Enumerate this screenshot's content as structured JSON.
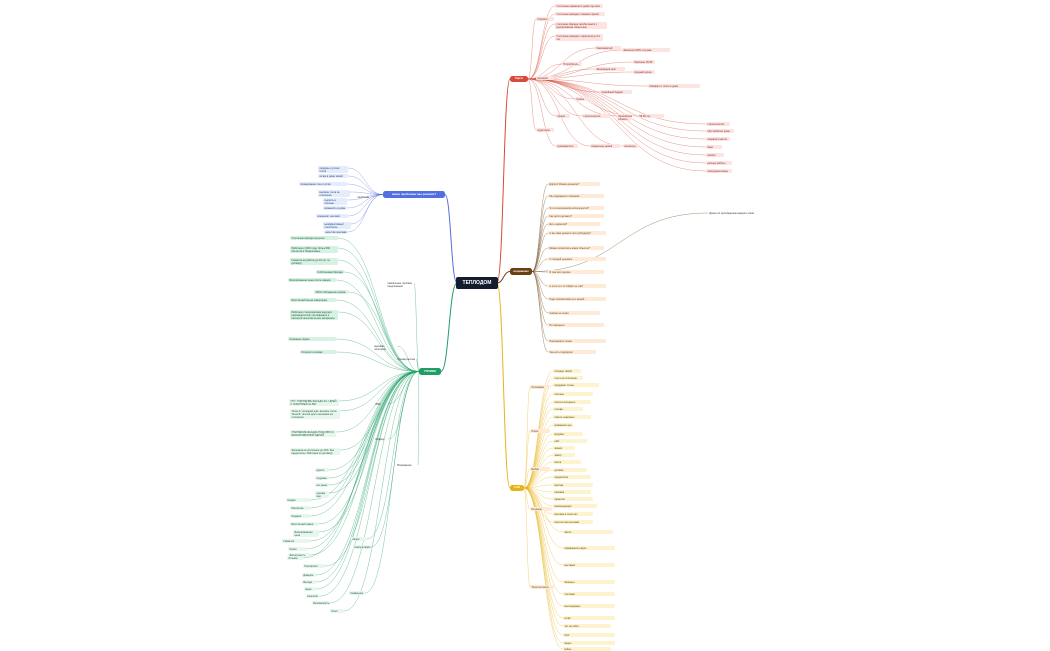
{
  "root": {
    "label": "ТЕПЛОДОМ"
  },
  "hubs": [
    {
      "id": "h_target",
      "label": "Таргет",
      "color": "#d64b3a"
    },
    {
      "id": "h_pain",
      "label": "какие проблемы мы решаем?",
      "color": "#5370e0"
    },
    {
      "id": "h_utp",
      "label": "УТП/ИВО",
      "color": "#1f9d66"
    },
    {
      "id": "h_obj",
      "label": "возражения",
      "color": "#6b3f12"
    },
    {
      "id": "h_cjm",
      "label": "CJM",
      "color": "#e7b417"
    }
  ],
  "nodes": [
    {
      "id": "t1",
      "text": "Горизонт",
      "cls": "red"
    },
    {
      "id": "t1a",
      "text": "Утепление каркасного дома под ключ",
      "cls": "red"
    },
    {
      "id": "t1b",
      "text": "Утепление фасада с зимним сроком",
      "cls": "red"
    },
    {
      "id": "t1c",
      "text": "утепление фасада газобетонного с декоративным покрытием",
      "cls": "red"
    },
    {
      "id": "t1d",
      "text": "Утепление фасада с гарантией до 10 лет",
      "cls": "red"
    },
    {
      "id": "t2",
      "text": "Целевой",
      "cls": "red"
    },
    {
      "id": "t2a",
      "text": "Потребитель",
      "cls": "red"
    },
    {
      "id": "t2b",
      "text": "Самозанятый",
      "cls": "red"
    },
    {
      "id": "t2c",
      "text": "Заказчик в 80% случаев",
      "cls": "red"
    },
    {
      "id": "t2d",
      "text": "Загородный дом",
      "cls": "red"
    },
    {
      "id": "t2e",
      "text": "Мужчины 35-55",
      "cls": "red"
    },
    {
      "id": "t2f",
      "text": "средний доход",
      "cls": "red"
    },
    {
      "id": "t3",
      "text": "Семья",
      "cls": "red"
    },
    {
      "id": "t3a",
      "text": "Семейный бюджет",
      "cls": "red"
    },
    {
      "id": "t3b",
      "text": "Комфорт и тепло в доме",
      "cls": "red"
    },
    {
      "id": "t4",
      "text": "Аудитория",
      "cls": "red"
    },
    {
      "id": "t4a",
      "text": "сфера",
      "cls": "red"
    },
    {
      "id": "t4b",
      "text": "строительство",
      "cls": "red"
    },
    {
      "id": "t4c",
      "text": "Московская область",
      "cls": "red"
    },
    {
      "id": "t4d",
      "text": "55-65 лет",
      "cls": "red"
    },
    {
      "id": "t4e",
      "text": "руководители",
      "cls": "red"
    },
    {
      "id": "t4f",
      "text": "владельцы домов",
      "cls": "red"
    },
    {
      "id": "t4g",
      "text": "интересы",
      "cls": "red"
    },
    {
      "id": "t4h",
      "text": "строительство",
      "cls": "red"
    },
    {
      "id": "t4i",
      "text": "обустройство дома",
      "cls": "red"
    },
    {
      "id": "t4j",
      "text": "садовый участок",
      "cls": "red"
    },
    {
      "id": "t4k",
      "text": "баня",
      "cls": "red"
    },
    {
      "id": "t4l",
      "text": "ремонт",
      "cls": "red"
    },
    {
      "id": "t4m",
      "text": "дачные работы",
      "cls": "red"
    },
    {
      "id": "t4n",
      "text": "загородная жизнь",
      "cls": "red"
    },
    {
      "id": "p1",
      "text": "продувы и утечки тепла",
      "cls": "blu"
    },
    {
      "id": "p2",
      "text": "холод в доме зимой",
      "cls": "blu"
    },
    {
      "id": "p3",
      "text": "промерзание стен и углов",
      "cls": "blu"
    },
    {
      "id": "p4",
      "text": "высокие счета за отопление",
      "cls": "blu"
    },
    {
      "id": "p5",
      "text": "сырость и плесень",
      "cls": "blu"
    },
    {
      "id": "p6",
      "text": "влажность в доме",
      "cls": "blu"
    },
    {
      "id": "p7",
      "text": "конденсат на окнах",
      "cls": "blu"
    },
    {
      "id": "p8",
      "text": "неэффективный утеплитель",
      "cls": "blu"
    },
    {
      "id": "p9",
      "text": "качество монтажа",
      "cls": "blu"
    },
    {
      "id": "pl",
      "text": "проблемы",
      "cls": "plain"
    },
    {
      "id": "u1",
      "text": "Утепление фасада под ключ",
      "cls": "grn"
    },
    {
      "id": "u2",
      "text": "Работаем с 2015 года, более 500 объектов в Подмосковье",
      "cls": "grn"
    },
    {
      "id": "u3",
      "text": "Гарантия на работы до 10 лет по договору",
      "cls": "grn"
    },
    {
      "id": "u4",
      "text": "Собственная бригада",
      "cls": "grn"
    },
    {
      "id": "u5",
      "text": "Фиксированная цена после замера",
      "cls": "grn"
    },
    {
      "id": "u6",
      "text": "100% соблюдение сроков",
      "cls": "grn"
    },
    {
      "id": "u7",
      "text": "Бесплатный выезд замерщика",
      "cls": "grn"
    },
    {
      "id": "u8",
      "text": "Работаем с материалами ведущих производителей, сертификаты и паспорта качества на все материалы",
      "cls": "grn"
    },
    {
      "id": "u9",
      "text": "Сезонные скидки",
      "cls": "grn"
    },
    {
      "id": "u10",
      "text": "Оплата по этапам",
      "cls": "grn"
    },
    {
      "id": "u11",
      "text": "Уникальное торговое предложение",
      "cls": "plain"
    },
    {
      "id": "u12",
      "text": "Ценовая категория",
      "cls": "plain"
    },
    {
      "id": "u13",
      "text": "Преимущества",
      "cls": "plain"
    },
    {
      "id": "u14",
      "text": "УТП: УТЕПЛЕНИЕ ФАСАДА ЗА 7 ДНЕЙ С ГАРАНТИЕЙ 10 ЛЕТ",
      "cls": "grn2"
    },
    {
      "id": "u15",
      "text": "Точка А: холодный дом, высокие счета. Точка Б: тёплый дом и экономия на отоплении",
      "cls": "grn2"
    },
    {
      "id": "u16",
      "text": "УТЕПЛЕНИЕ ФАСАДА ПОД КЛЮЧ С ФИКСИРОВАННОЙ ЦЕНОЙ",
      "cls": "grn2"
    },
    {
      "id": "u17",
      "text": "Экономия на отоплении до 40%. Без предоплаты. Работаем по договору",
      "cls": "grn2"
    },
    {
      "id": "u18",
      "text": "ИВО",
      "cls": "plain"
    },
    {
      "id": "u19",
      "text": "Оффер",
      "cls": "plain"
    },
    {
      "id": "u20",
      "text": "Возражения",
      "cls": "plain"
    },
    {
      "id": "v1",
      "text": "дорого",
      "cls": "grn2"
    },
    {
      "id": "v2",
      "text": "подумаю",
      "cls": "grn2"
    },
    {
      "id": "v3",
      "text": "нет денег",
      "cls": "grn2"
    },
    {
      "id": "v4",
      "text": "сделаю сам",
      "cls": "grn2"
    },
    {
      "id": "v5",
      "text": "Скидки",
      "cls": "grn2"
    },
    {
      "id": "v6",
      "text": "Рассрочка",
      "cls": "grn2"
    },
    {
      "id": "v7",
      "text": "Подарки",
      "cls": "grn2"
    },
    {
      "id": "v8",
      "text": "Бесплатный замер",
      "cls": "grn2"
    },
    {
      "id": "v9",
      "text": "Фиксированная цена",
      "cls": "grn2"
    },
    {
      "id": "v10",
      "text": "Гарантия",
      "cls": "grn2"
    },
    {
      "id": "v11",
      "text": "Сроки",
      "cls": "grn2"
    },
    {
      "id": "v12",
      "text": "Отзывы",
      "cls": "grn2"
    },
    {
      "id": "v13",
      "text": "Портфолио",
      "cls": "grn2"
    },
    {
      "id": "v14",
      "text": "Акция",
      "cls": "grn2"
    },
    {
      "id": "v15",
      "text": "Консультация",
      "cls": "grn2"
    },
    {
      "id": "v16",
      "text": "Экспертность",
      "cls": "grn2"
    },
    {
      "id": "v17",
      "text": "Доверие",
      "cls": "grn2"
    },
    {
      "id": "v18",
      "text": "Выгода",
      "cls": "grn2"
    },
    {
      "id": "v19",
      "text": "Цена",
      "cls": "grn2"
    },
    {
      "id": "v20",
      "text": "Качество",
      "cls": "grn2"
    },
    {
      "id": "v21",
      "text": "Безопасность",
      "cls": "grn2"
    },
    {
      "id": "v22",
      "text": "Опыт",
      "cls": "grn2"
    },
    {
      "id": "v23",
      "text": "Сравнение",
      "cls": "grn2"
    },
    {
      "id": "o1",
      "text": "Дорого! Можно дешевле?",
      "cls": "peach"
    },
    {
      "id": "o2",
      "text": "Мы подумаем и позвоним",
      "cls": "peach"
    },
    {
      "id": "o3",
      "text": "Что из материалов используется?",
      "cls": "peach"
    },
    {
      "id": "o4",
      "text": "Как долго делаете?",
      "cls": "peach"
    },
    {
      "id": "o5",
      "text": "Есть гарантия?",
      "cls": "peach"
    },
    {
      "id": "o6",
      "text": "А вы сами делаете или субподряд?",
      "cls": "peach"
    },
    {
      "id": "o7",
      "text": "Можно посмотреть ваши объекты?",
      "cls": "peach"
    },
    {
      "id": "o8",
      "text": "У соседей дешевле",
      "cls": "peach"
    },
    {
      "id": "o9",
      "text": "Я сам всё сделаю",
      "cls": "peach"
    },
    {
      "id": "o10",
      "text": "А если что-то пойдёт не так?",
      "cls": "peach"
    },
    {
      "id": "o11",
      "text": "Надо посоветоваться с женой",
      "cls": "peach"
    },
    {
      "id": "o12",
      "text": "Сейчас не сезон",
      "cls": "peach"
    },
    {
      "id": "o13",
      "text": "Нет времени",
      "cls": "peach"
    },
    {
      "id": "o14",
      "text": "Перезвоните позже",
      "cls": "peach"
    },
    {
      "id": "o15",
      "text": "Уже есть подрядчик",
      "cls": "peach"
    },
    {
      "id": "od",
      "text": "Далее по прохождению каждого этапа",
      "cls": "plain"
    },
    {
      "id": "c1",
      "text": "Осознание",
      "cls": "peach"
    },
    {
      "id": "c2",
      "text": "Поиск",
      "cls": "peach"
    },
    {
      "id": "c3",
      "text": "Выбор",
      "cls": "peach"
    },
    {
      "id": "c4",
      "text": "Решение",
      "cls": "peach"
    },
    {
      "id": "c5",
      "text": "Точки контакта",
      "cls": "peach"
    },
    {
      "id": "y1",
      "text": "холодно зимой",
      "cls": "yel"
    },
    {
      "id": "y2",
      "text": "счета за отопление",
      "cls": "yel"
    },
    {
      "id": "y3",
      "text": "продувает стены",
      "cls": "yel"
    },
    {
      "id": "y4",
      "text": "плесень",
      "cls": "yel"
    },
    {
      "id": "y5",
      "text": "поиск в интернете",
      "cls": "yel"
    },
    {
      "id": "y6",
      "text": "отзывы",
      "cls": "yel"
    },
    {
      "id": "y7",
      "text": "советы знакомых",
      "cls": "yel"
    },
    {
      "id": "y8",
      "text": "сравнение цен",
      "cls": "yel"
    },
    {
      "id": "y9",
      "text": "форумы",
      "cls": "yel"
    },
    {
      "id": "y10",
      "text": "сайт",
      "cls": "yel"
    },
    {
      "id": "y11",
      "text": "звонок",
      "cls": "yel"
    },
    {
      "id": "y12",
      "text": "замер",
      "cls": "yel"
    },
    {
      "id": "y13",
      "text": "смета",
      "cls": "yel"
    },
    {
      "id": "y14",
      "text": "договор",
      "cls": "yel"
    },
    {
      "id": "y15",
      "text": "предоплата",
      "cls": "yel"
    },
    {
      "id": "y16",
      "text": "монтаж",
      "cls": "yel"
    },
    {
      "id": "y17",
      "text": "приёмка",
      "cls": "yel"
    },
    {
      "id": "y18",
      "text": "гарантия",
      "cls": "yel"
    },
    {
      "id": "y19",
      "text": "рекомендации",
      "cls": "yel"
    },
    {
      "id": "y20",
      "text": "реклама в соцсетях",
      "cls": "yel"
    },
    {
      "id": "y21",
      "text": "контекстная реклама",
      "cls": "yel"
    },
    {
      "id": "y22",
      "text": "Авито",
      "cls": "yel"
    },
    {
      "id": "y23",
      "text": "сарафанное радио",
      "cls": "yel"
    },
    {
      "id": "y24",
      "text": "выставки",
      "cls": "yel"
    },
    {
      "id": "y25",
      "text": "баннеры",
      "cls": "yel"
    },
    {
      "id": "y26",
      "text": "листовки",
      "cls": "yel"
    },
    {
      "id": "y27",
      "text": "мессенджеры",
      "cls": "yel"
    },
    {
      "id": "y28",
      "text": "email",
      "cls": "yel"
    },
    {
      "id": "y29",
      "text": "чат на сайте",
      "cls": "yel"
    },
    {
      "id": "y30",
      "text": "блог",
      "cls": "yel"
    },
    {
      "id": "y31",
      "text": "видео",
      "cls": "yel"
    },
    {
      "id": "y32",
      "text": "кейсы",
      "cls": "yel"
    }
  ]
}
